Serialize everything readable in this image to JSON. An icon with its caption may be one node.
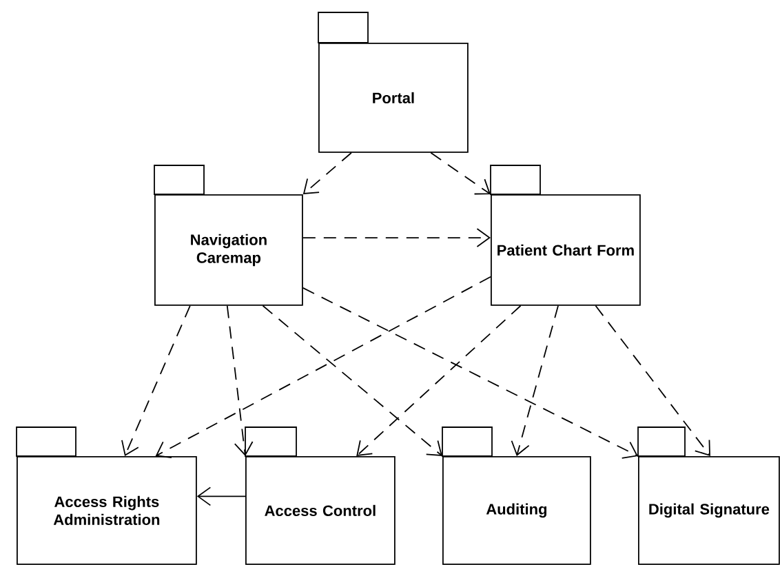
{
  "diagram": {
    "nodes": [
      {
        "text": [
          "Portal"
        ]
      },
      {
        "text": [
          "Navigation Caremap"
        ]
      },
      {
        "text": [
          "Patient Chart Form"
        ]
      },
      {
        "text": [
          "Access Rights Administration"
        ]
      },
      {
        "text": [
          "Access Control"
        ]
      },
      {
        "text": [
          "Auditing"
        ]
      },
      {
        "text": [
          "Digital Signature"
        ]
      }
    ],
    "edges": [
      {
        "from": 0,
        "to": 1,
        "arrow": "to",
        "style": "dashed"
      },
      {
        "from": 0,
        "to": 2,
        "arrow": "to",
        "style": "dashed"
      },
      {
        "from": 1,
        "to": 2,
        "arrow": "to",
        "style": "dashed"
      },
      {
        "from": 1,
        "to": 3,
        "arrow": "to",
        "style": "dashed"
      },
      {
        "from": 1,
        "to": 4,
        "arrow": "to",
        "style": "dashed"
      },
      {
        "from": 1,
        "to": 5,
        "arrow": "to",
        "style": "dashed"
      },
      {
        "from": 1,
        "to": 6,
        "arrow": "to",
        "style": "dashed"
      },
      {
        "from": 2,
        "to": 3,
        "arrow": "to",
        "style": "dashed"
      },
      {
        "from": 2,
        "to": 4,
        "arrow": "to",
        "style": "dashed"
      },
      {
        "from": 2,
        "to": 5,
        "arrow": "to",
        "style": "dashed"
      },
      {
        "from": 2,
        "to": 6,
        "arrow": "to",
        "style": "dashed"
      },
      {
        "from": 4,
        "to": 3,
        "arrow": "to"
      }
    ]
  }
}
